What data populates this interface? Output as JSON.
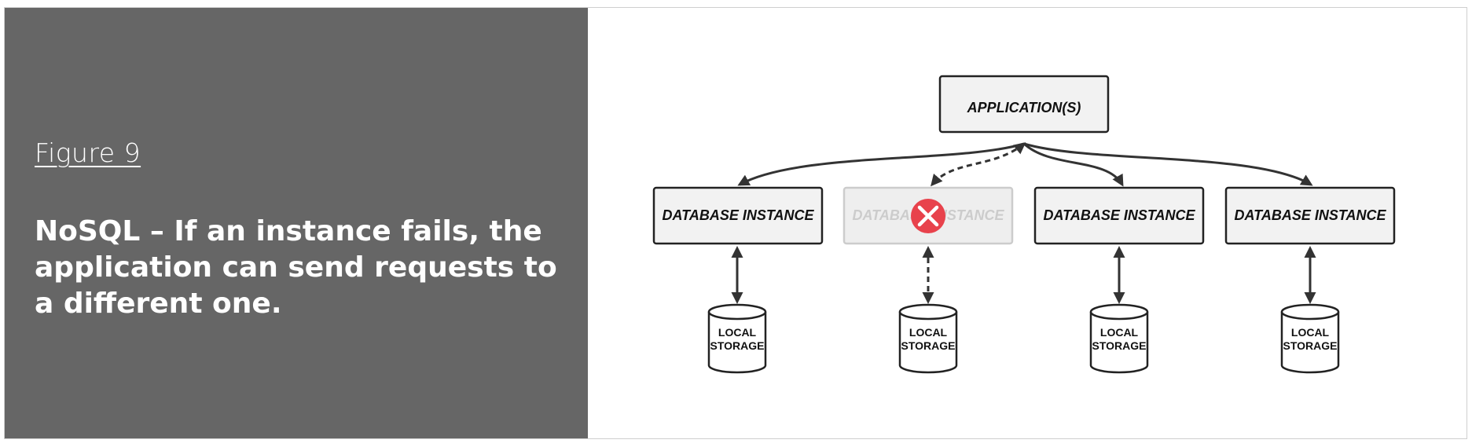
{
  "figure_label": "Figure 9",
  "caption": "NoSQL – If an instance fails, the application can send requests to a different one.",
  "diagram": {
    "application_label": "APPLICATION(S)",
    "instances": [
      {
        "label": "DATABASE INSTANCE",
        "failed": false
      },
      {
        "label": "DATABASE INSTANCE",
        "failed": true
      },
      {
        "label": "DATABASE INSTANCE",
        "failed": false
      },
      {
        "label": "DATABASE INSTANCE",
        "failed": false
      }
    ],
    "storage_line1": "LOCAL",
    "storage_line2": "STORAGE"
  },
  "colors": {
    "panel": "#666666",
    "stroke": "#333333",
    "failed_marker": "#e8424c",
    "failed_text": "#cccccc"
  }
}
